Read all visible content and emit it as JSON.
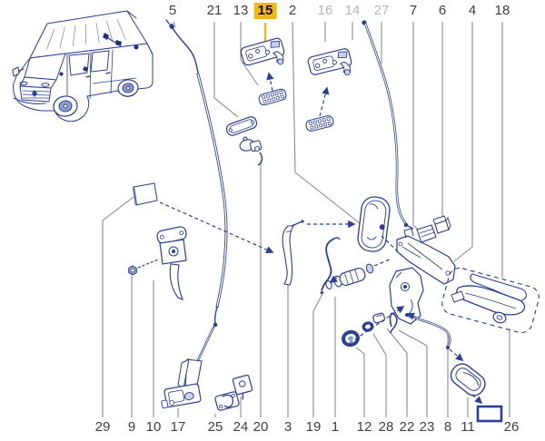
{
  "diagram": {
    "subject": "van door lock exploded parts diagram",
    "highlighted_part": "15",
    "dimmed_parts": [
      "16",
      "14",
      "27"
    ],
    "colors": {
      "part_line_blue": "#2b3f94",
      "light_fill_blue": "#c9d2ec",
      "mid_fill_blue": "#8fa0cd",
      "leader_line_gray": "#8c8c8c",
      "label_text": "#3f3f3f",
      "dimmed_label_text": "#b5b5b5",
      "highlight_background": "#f2b51c",
      "highlight_text": "#151000"
    }
  },
  "callouts": {
    "top": [
      {
        "n": "5"
      },
      {
        "n": "21"
      },
      {
        "n": "13"
      },
      {
        "n": "15"
      },
      {
        "n": "2"
      },
      {
        "n": "16"
      },
      {
        "n": "14"
      },
      {
        "n": "27"
      },
      {
        "n": "7"
      },
      {
        "n": "6"
      },
      {
        "n": "4"
      },
      {
        "n": "18"
      }
    ],
    "bottom": [
      {
        "n": "29"
      },
      {
        "n": "9"
      },
      {
        "n": "10"
      },
      {
        "n": "17"
      },
      {
        "n": "25"
      },
      {
        "n": "24"
      },
      {
        "n": "20"
      },
      {
        "n": "3"
      },
      {
        "n": "19"
      },
      {
        "n": "1"
      },
      {
        "n": "12"
      },
      {
        "n": "28"
      },
      {
        "n": "22"
      },
      {
        "n": "23"
      },
      {
        "n": "8"
      },
      {
        "n": "11"
      },
      {
        "n": "26"
      }
    ]
  }
}
